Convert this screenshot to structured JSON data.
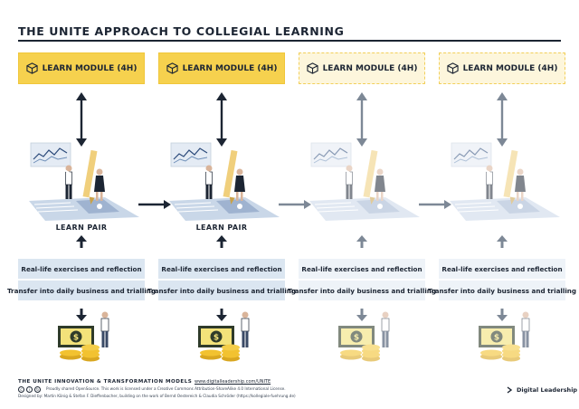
{
  "title": "THE UNITE APPROACH TO COLLEGIAL LEARNING",
  "colors": {
    "yellow": "#f6d14e",
    "yellow_light": "#fdf6dc",
    "dark": "#1c2533",
    "grey_arrow": "#7d8896",
    "box_blue": "#dbe6f1",
    "box_light": "#eef3f8",
    "money_green": "#2f3b2a",
    "coin": "#f2c230"
  },
  "columns": [
    {
      "module_label": "LEARN MODULE (4H)",
      "style": "solid",
      "pair_label": "LEARN PAIR",
      "box1": "Real-life exercises and reflection",
      "box2": "Transfer into daily business and trialling"
    },
    {
      "module_label": "LEARN MODULE (4H)",
      "style": "solid",
      "pair_label": "LEARN PAIR",
      "box1": "Real-life exercises and reflection",
      "box2": "Transfer into daily business and trialling"
    },
    {
      "module_label": "LEARN MODULE (4H)",
      "style": "faded",
      "pair_label": "",
      "box1": "Real-life exercises and reflection",
      "box2": "Transfer into daily business and trialling"
    },
    {
      "module_label": "LEARN MODULE (4H)",
      "style": "faded",
      "pair_label": "",
      "box1": "Real-life exercises and reflection",
      "box2": "Transfer into daily business and trialling"
    }
  ],
  "icons": {
    "module": "cube-icon",
    "vertical_arrow": "double-arrow-icon",
    "horizontal_arrow": "right-arrow-icon",
    "money": "money-stack-icon",
    "brand": "chevron-logo-icon"
  },
  "footer": {
    "heading": "THE UNITE INNOVATION & TRANSFORMATION MODELS",
    "url": "www.digitalleadership.com/UNITE",
    "license": "Proudly shared OpenSource. This work is licensed under a Creative Commons Attribution-ShareAlike 4.0 International License.",
    "designed_by": "Designed by: Martin König & Stefan F. Dieffenbacher, building on the work of Bernd Oestereich & Claudia Schröder (https://kollegiale-fuehrung.de)",
    "brand": "Digital Leadership"
  }
}
